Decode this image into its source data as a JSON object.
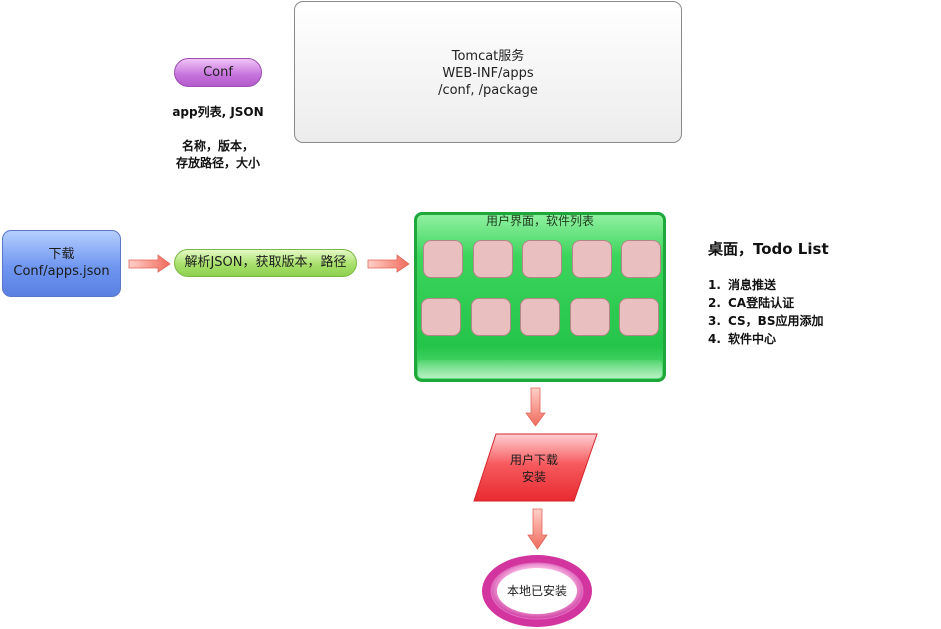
{
  "tomcat": {
    "line1": "Tomcat服务",
    "line2": "WEB-INF/apps",
    "line3": "/conf,   /package"
  },
  "conf": {
    "label": "Conf"
  },
  "notes": {
    "line1": "app列表, JSON",
    "line2": "名称，版本，",
    "line3": "存放路径，大小"
  },
  "download": {
    "line1": "下载",
    "line2": "Conf/apps.json"
  },
  "parse": {
    "label": "解析JSON，获取版本，路径"
  },
  "desktop": {
    "title": "用户界面，软件列表",
    "rows": 2,
    "cols": 5
  },
  "todo": {
    "title": "桌面，Todo List",
    "items": [
      {
        "num": "1.",
        "text": "消息推送"
      },
      {
        "num": "2.",
        "text": "CA登陆认证"
      },
      {
        "num": "3.",
        "text": "CS，BS应用添加"
      },
      {
        "num": "4.",
        "text": "软件中心"
      }
    ]
  },
  "user_download": {
    "line1": "用户下载",
    "line2": "安装"
  },
  "installed": {
    "label": "本地已安装"
  },
  "colors": {
    "arrow": "#f27a6c",
    "green": "#24c44a",
    "red": "#f03e44",
    "magenta": "#d52b9e",
    "blue": "#6f96f0",
    "purple": "#c572dc"
  }
}
